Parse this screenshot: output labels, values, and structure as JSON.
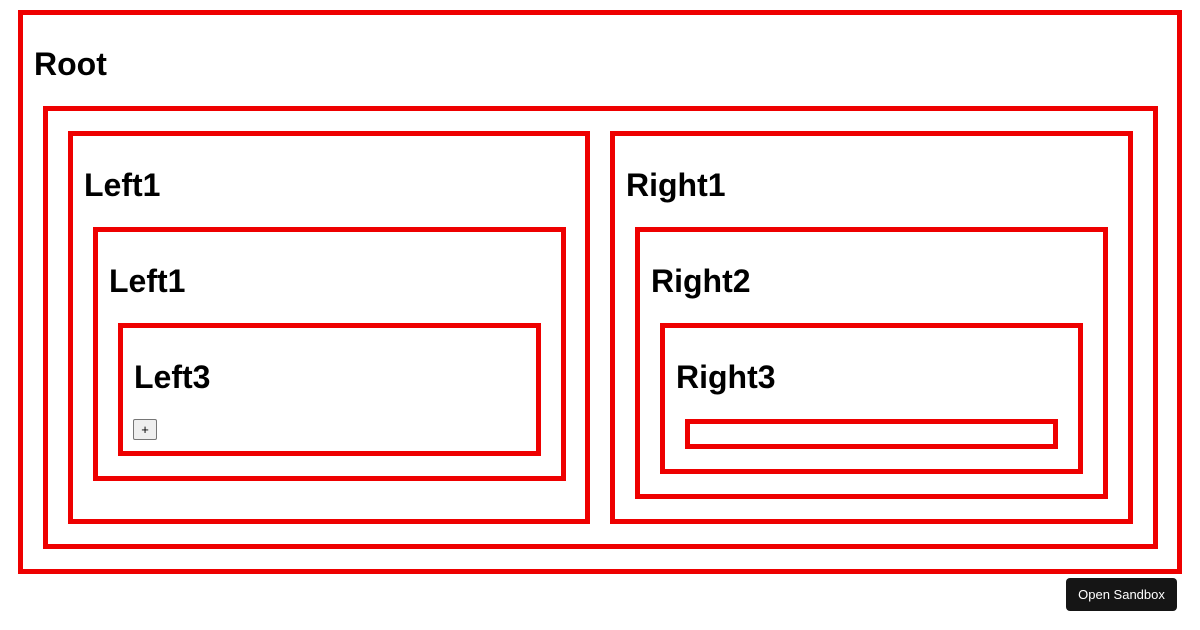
{
  "root": {
    "title": "Root",
    "left": {
      "level1_title": "Left1",
      "level2_title": "Left1",
      "level3_title": "Left3",
      "add_button_label": "+"
    },
    "right": {
      "level1_title": "Right1",
      "level2_title": "Right2",
      "level3_title": "Right3"
    }
  },
  "sandbox_button_label": "Open Sandbox",
  "colors": {
    "border": "#ee0000",
    "text": "#000000",
    "sandbox_button_bg": "#151515",
    "sandbox_button_text": "#ffffff"
  }
}
